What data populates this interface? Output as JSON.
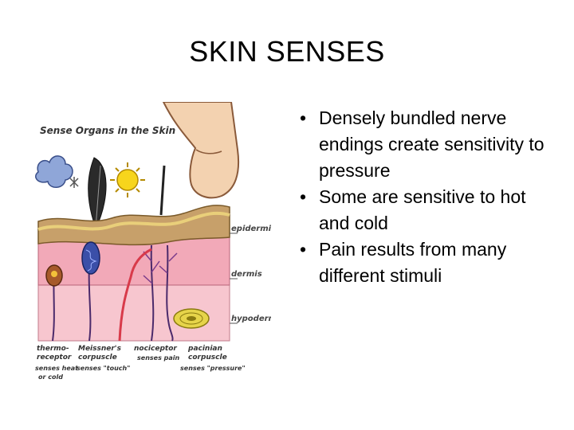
{
  "slide": {
    "title": "SKIN SENSES",
    "bullets": [
      "Densely bundled nerve endings create sensitivity to pressure",
      "Some are sensitive to hot and cold",
      "Pain results from many different stimuli"
    ],
    "bullet_glyph": "•"
  },
  "figure": {
    "heading": "Sense Organs in the Skin",
    "layers": [
      "epidermis",
      "dermis",
      "hypodermis"
    ],
    "receptors": [
      {
        "name_line1": "thermo-",
        "name_line2": "receptor",
        "caption_line1": "senses heat",
        "caption_line2": "or cold"
      },
      {
        "name_line1": "Meissner's",
        "name_line2": "corpuscle",
        "caption_line1": "senses \"touch\"",
        "caption_line2": ""
      },
      {
        "name_line1": "nociceptor",
        "name_line2": "",
        "caption_line1": "senses pain",
        "caption_line2": ""
      },
      {
        "name_line1": "pacinian",
        "name_line2": "corpuscle",
        "caption_line1": "senses \"pressure\"",
        "caption_line2": ""
      }
    ],
    "colors": {
      "epidermis": "#c7a06a",
      "dermis": "#f2a9b8",
      "hypodermis": "#f7c6cf",
      "nerve": "#4b2a6b"
    }
  }
}
